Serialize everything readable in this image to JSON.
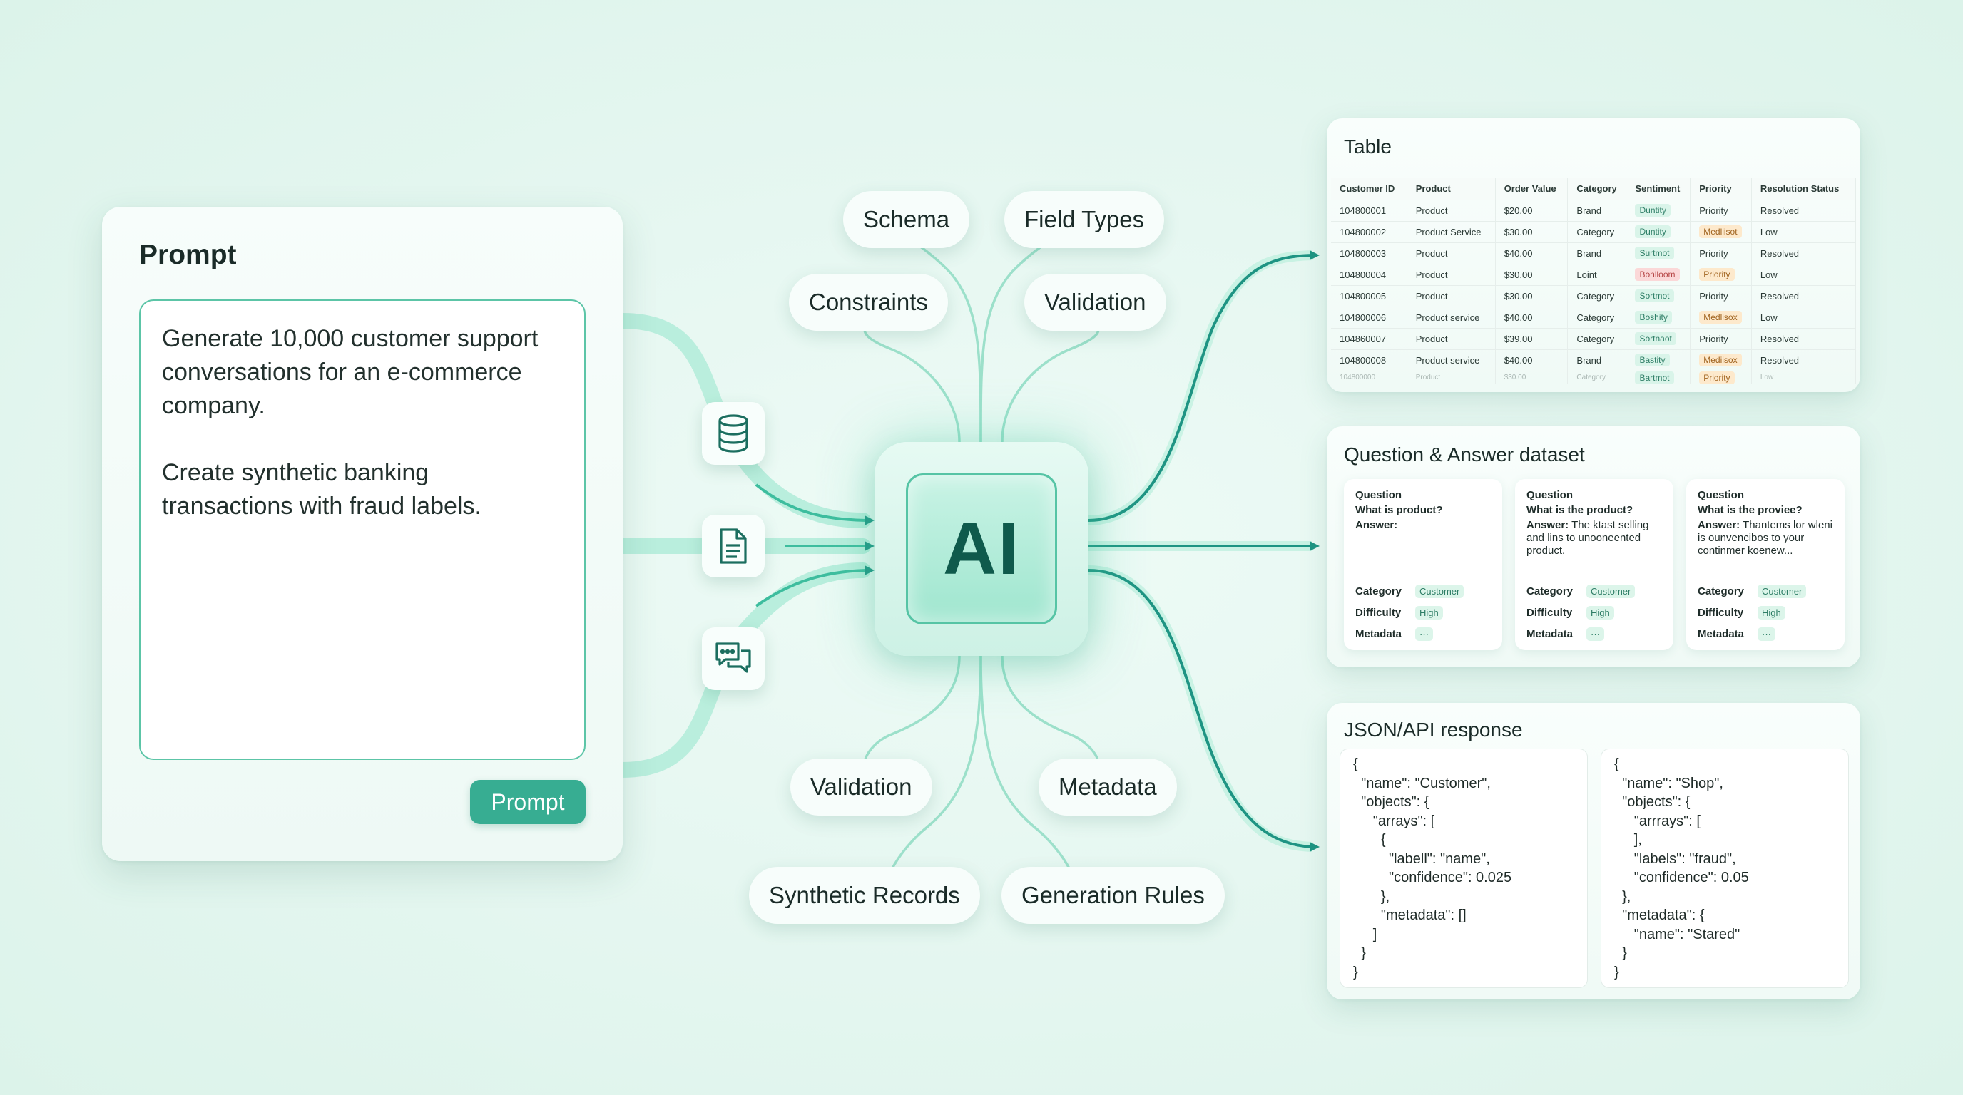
{
  "prompt_card": {
    "title": "Prompt",
    "text_1": "Generate 10,000 customer support conversations for an e-commerce company.",
    "text_2": "Create synthetic banking transactions with fraud labels.",
    "button_label": "Prompt"
  },
  "center": {
    "chip_label": "AI",
    "pills_top": [
      "Schema",
      "Field Types",
      "Constraints",
      "Validation"
    ],
    "pills_bottom": [
      "Validation",
      "Metadata",
      "Synthetic Records",
      "Generation Rules"
    ]
  },
  "input_icons": [
    "database-icon",
    "document-icon",
    "chat-icon"
  ],
  "colors": {
    "accent": "#37ad92",
    "connector": "#7fd9bf",
    "arrow": "#1e9483",
    "chip_border": "#56c4a5",
    "background": "#e6f7f1"
  },
  "table_card": {
    "title": "Table",
    "columns": [
      "Customer ID",
      "Product",
      "Order Value",
      "Category",
      "Sentiment",
      "Priority",
      "Resolution Status"
    ],
    "rows": [
      [
        "104800001",
        "Product",
        "$20.00",
        "Brand",
        "Duntity",
        "Priority",
        "Resolved"
      ],
      [
        "104800002",
        "Product Service",
        "$30.00",
        "Category",
        "Duntity",
        "Medliisot",
        "Low"
      ],
      [
        "104800003",
        "Product",
        "$40.00",
        "Brand",
        "Surtmot",
        "Priority",
        "Resolved"
      ],
      [
        "104800004",
        "Product",
        "$30.00",
        "Loint",
        "Bonlloom",
        "Priority",
        "Low"
      ],
      [
        "104800005",
        "Product",
        "$30.00",
        "Category",
        "Sortmot",
        "Priority",
        "Resolved"
      ],
      [
        "104800006",
        "Product service",
        "$40.00",
        "Category",
        "Boshity",
        "Medlisox",
        "Low"
      ],
      [
        "104860007",
        "Product",
        "$39.00",
        "Category",
        "Sortnaot",
        "Priority",
        "Resolved"
      ],
      [
        "104800008",
        "Product service",
        "$40.00",
        "Brand",
        "Bastity",
        "Mediisox",
        "Resolved"
      ],
      [
        "104800000",
        "Product",
        "$30.00",
        "Category",
        "Bartmot",
        "Priority",
        "Low"
      ]
    ],
    "sentiment_tag_colors": [
      "green",
      "green",
      "green",
      "red",
      "green",
      "green",
      "green",
      "green",
      "green"
    ],
    "priority_tag_colors": [
      "none",
      "orange",
      "none",
      "orange",
      "none",
      "orange",
      "none",
      "orange",
      "orange"
    ]
  },
  "qa_card": {
    "title": "Question & Answer dataset",
    "items": [
      {
        "question_label": "Question",
        "question": "What is product?",
        "answer_label": "Answer:",
        "answer": "",
        "category_label": "Category",
        "category": "Customer",
        "difficulty_label": "Difficulty",
        "difficulty": "High",
        "metadata_label": "Metadata",
        "metadata": "···"
      },
      {
        "question_label": "Question",
        "question": "What is the product?",
        "answer_label": "Answer:",
        "answer": "The ktast selling and lins to unooneented product.",
        "category_label": "Category",
        "category": "Customer",
        "difficulty_label": "Difficulty",
        "difficulty": "High",
        "metadata_label": "Metadata",
        "metadata": "···"
      },
      {
        "question_label": "Question",
        "question": "What is the proviee?",
        "answer_label": "Answer:",
        "answer": "Thantems lor wleni is ounvencibos to your continmer koenew...",
        "category_label": "Category",
        "category": "Customer",
        "difficulty_label": "Difficulty",
        "difficulty": "High",
        "metadata_label": "Metadata",
        "metadata": "···"
      }
    ]
  },
  "json_card": {
    "title": "JSON/API response",
    "block_1": "{\n  \"name\": \"Customer\",\n  \"objects\": {\n     \"arrays\": [\n       {\n         \"labell\": \"name\",\n         \"confidence\": 0.025\n       },\n       \"metadata\": []\n     ]\n  }\n}",
    "block_2": "{\n  \"name\": \"Shop\",\n  \"objects\": {\n     \"arrrays\": [\n     ],\n     \"labels\": \"fraud\",\n     \"confidence\": 0.05\n  },\n  \"metadata\": {\n     \"name\": \"Stared\"\n  }\n}"
  }
}
